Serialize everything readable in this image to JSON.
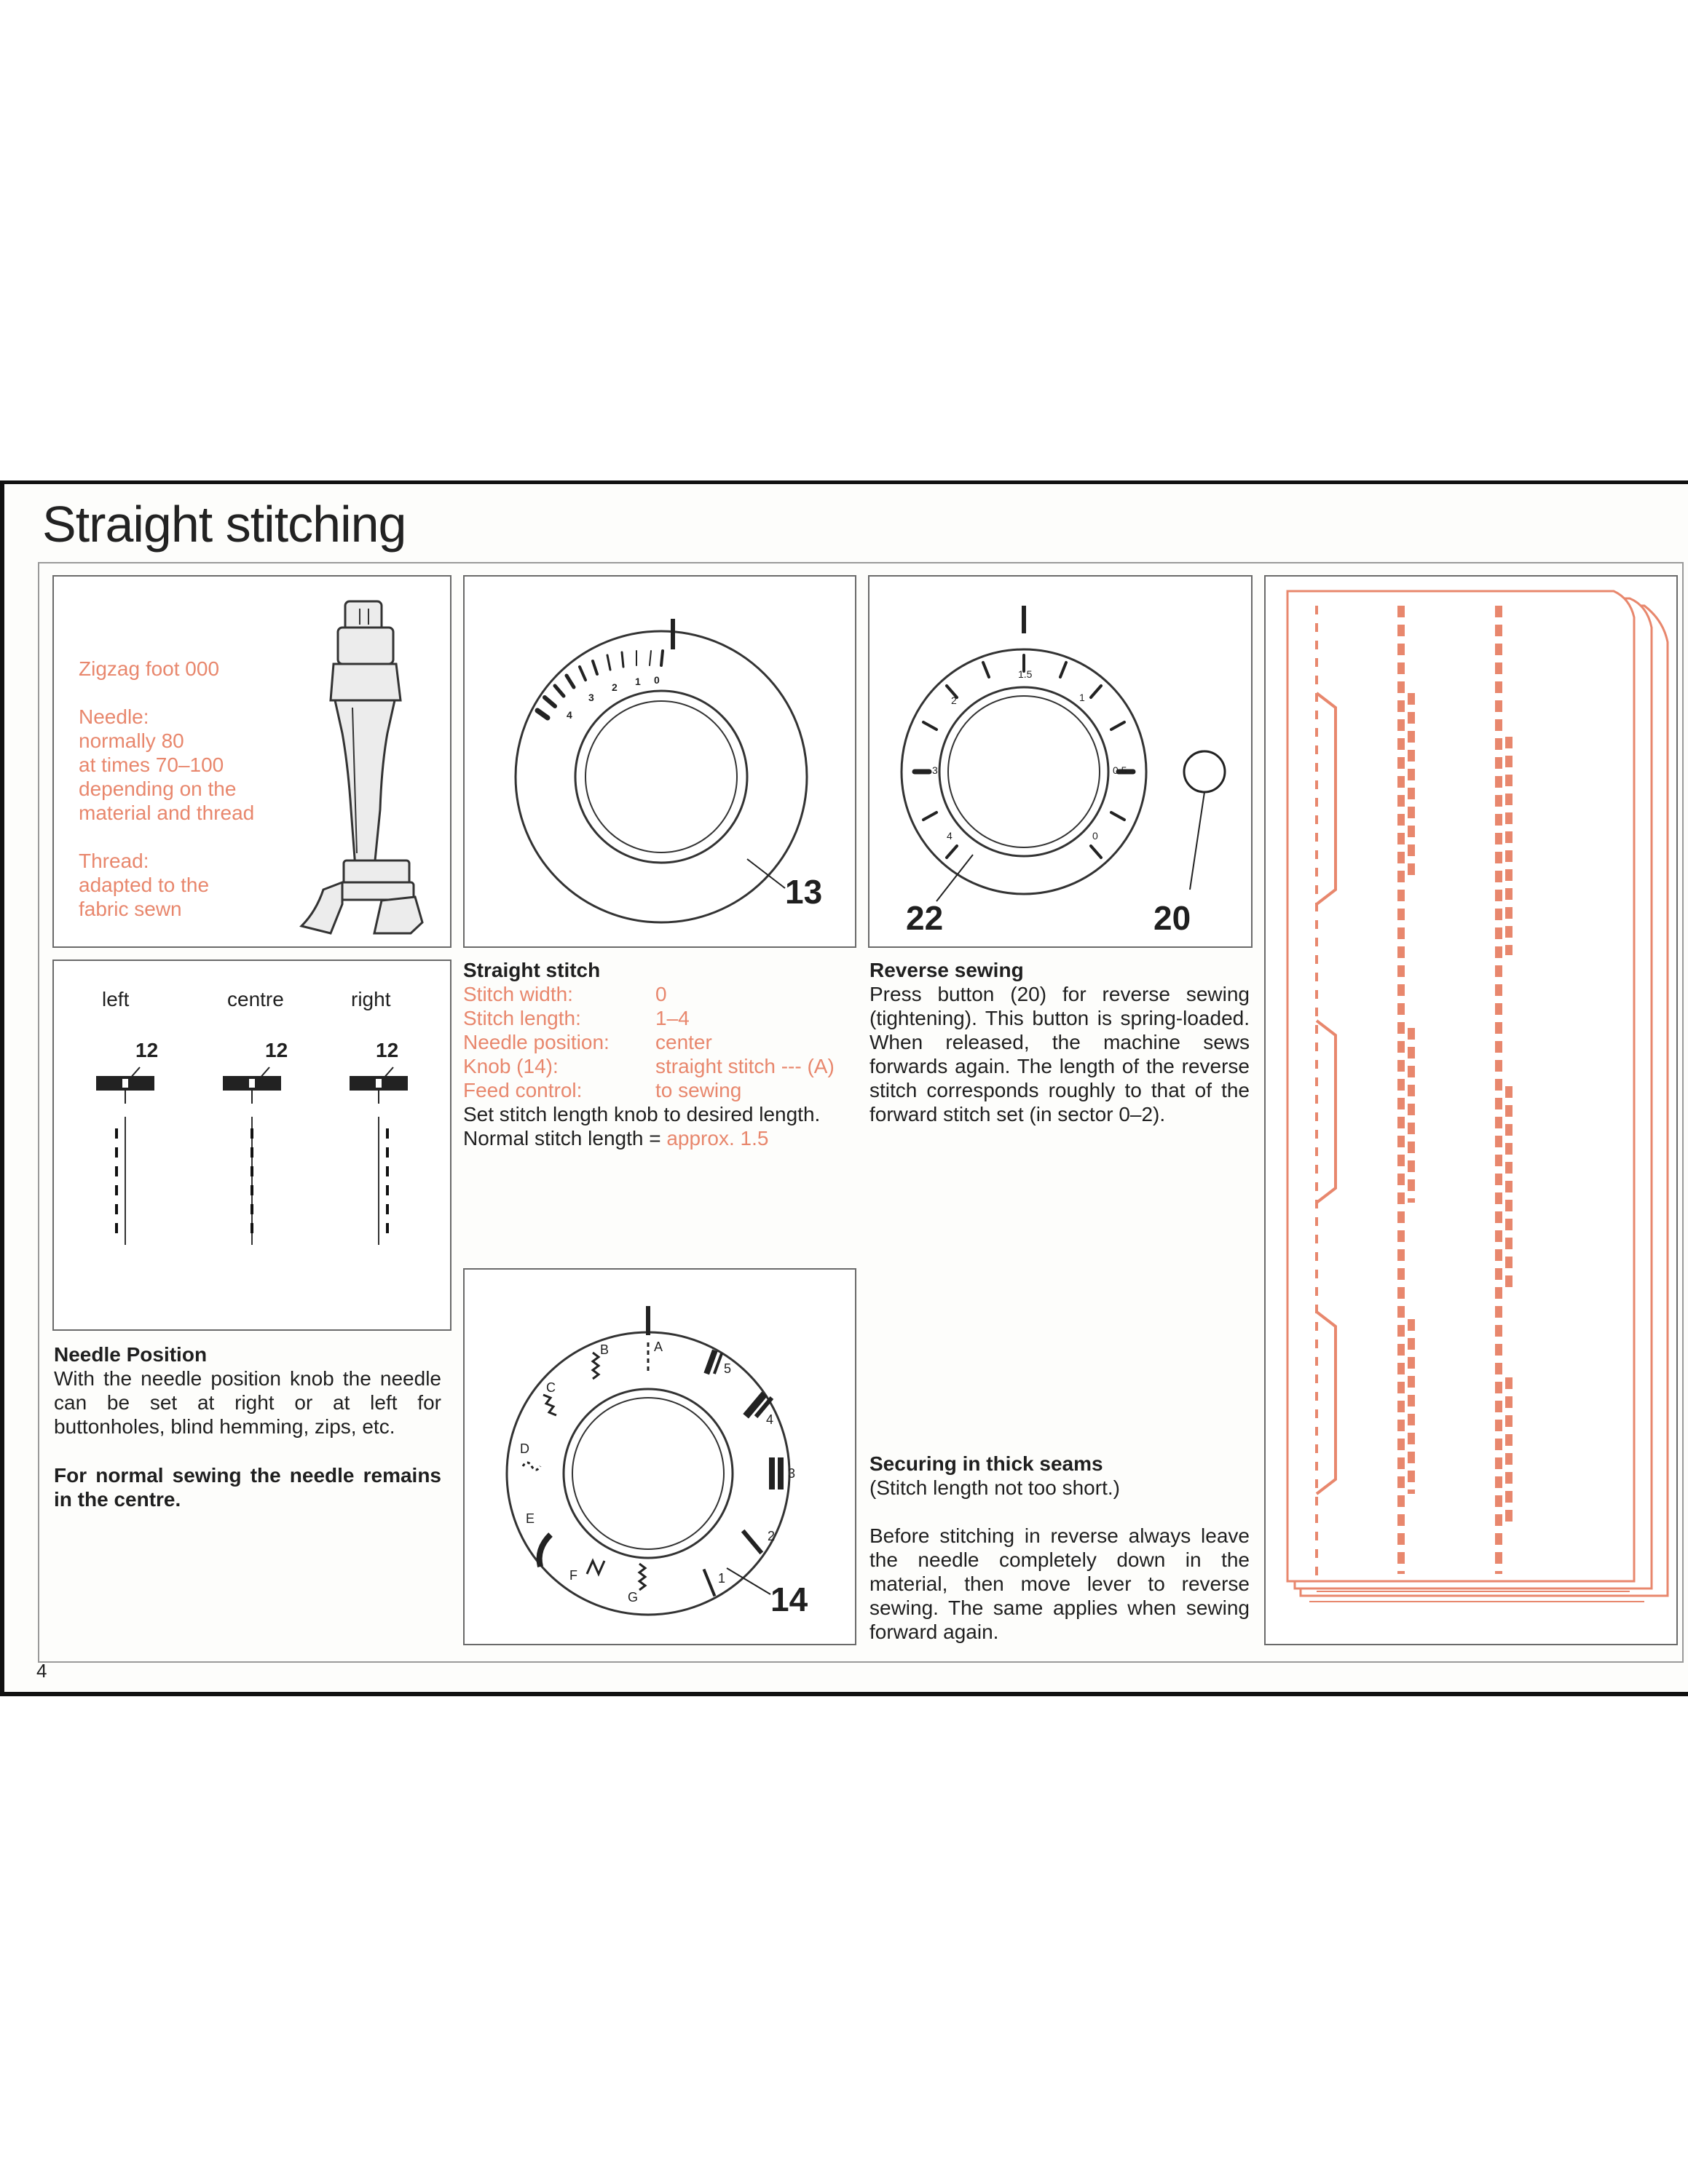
{
  "page": {
    "title": "Straight stitching",
    "page_number": "4"
  },
  "foot_panel": {
    "foot_name": "Zigzag foot 000",
    "needle_heading": "Needle:",
    "needle_lines": [
      "normally 80",
      "at times 70–100",
      "depending on the",
      "material and thread"
    ],
    "thread_heading": "Thread:",
    "thread_lines": [
      "adapted to the",
      "fabric sewn"
    ]
  },
  "needle_positions_panel": {
    "labels": [
      "left",
      "centre",
      "right"
    ],
    "marker": "12"
  },
  "needle_position_text": {
    "heading": "Needle Position",
    "body": "With the needle position knob the needle can be set at right or at left for buttonholes, blind hemming, zips, etc.",
    "note": "For normal sewing the needle remains in the centre."
  },
  "width_dial": {
    "callout": "13",
    "scale_labels": [
      "4",
      "3",
      "2",
      "1",
      "0"
    ]
  },
  "straight_stitch": {
    "heading": "Straight stitch",
    "settings": [
      {
        "label": "Stitch width:",
        "value": "0"
      },
      {
        "label": "Stitch length:",
        "value": "1–4"
      },
      {
        "label": "Needle position:",
        "value": "center"
      },
      {
        "label": "Knob (14):",
        "value": "straight stitch --- (A)"
      },
      {
        "label": "Feed control:",
        "value": "to sewing"
      }
    ],
    "line1": "Set stitch length knob to desired length.",
    "line2_prefix": "Normal stitch length = ",
    "line2_value": "approx. 1.5"
  },
  "length_dial": {
    "callout_left": "22",
    "callout_right": "20",
    "scale_labels": [
      "1.5",
      "1",
      "0.5",
      "0",
      "4",
      "3",
      "2"
    ]
  },
  "reverse_sewing": {
    "heading": "Reverse sewing",
    "body": "Press button (20) for reverse sewing (tightening). This button is spring-loaded. When released, the machine sews forwards again. The length of the reverse stitch corresponds roughly to that of the forward stitch set (in sector 0–2)."
  },
  "pattern_dial": {
    "callout": "14",
    "letters": [
      "A",
      "B",
      "C",
      "D",
      "E",
      "F",
      "G"
    ],
    "numbers": [
      "5",
      "4",
      "3",
      "2",
      "1"
    ]
  },
  "thick_seams": {
    "heading": "Securing in thick seams",
    "subheading": "(Stitch length not too short.)",
    "body": "Before stitching in reverse always leave the needle completely down in the material, then move lever to reverse sewing. The same applies when sewing forward again."
  },
  "colors": {
    "accent": "#e8876d",
    "text": "#1f1f1f",
    "border": "#6a6a6a"
  }
}
